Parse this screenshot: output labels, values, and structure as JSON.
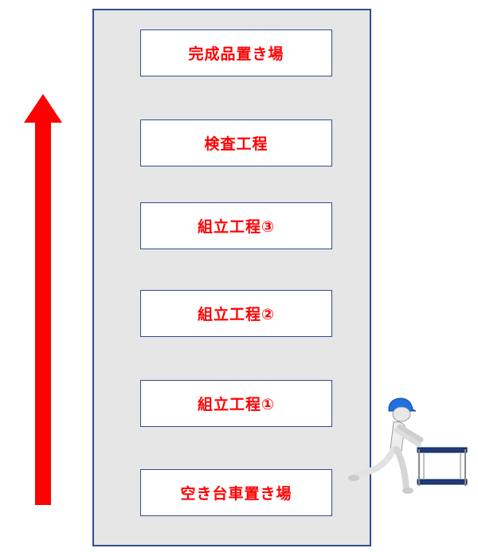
{
  "steps": [
    {
      "label": "完成品置き場"
    },
    {
      "label": "検査工程"
    },
    {
      "label": "組立工程③"
    },
    {
      "label": "組立工程②"
    },
    {
      "label": "組立工程①"
    },
    {
      "label": "空き台車置き場"
    }
  ],
  "colors": {
    "label_text": "#ff0000",
    "arrow": "#ff0000",
    "border": "#2f4f8f",
    "container_fill": "#e6e6e6"
  },
  "icons": {
    "flow_arrow": "up-arrow-icon",
    "worker": "worker-pushing-cart-icon"
  }
}
